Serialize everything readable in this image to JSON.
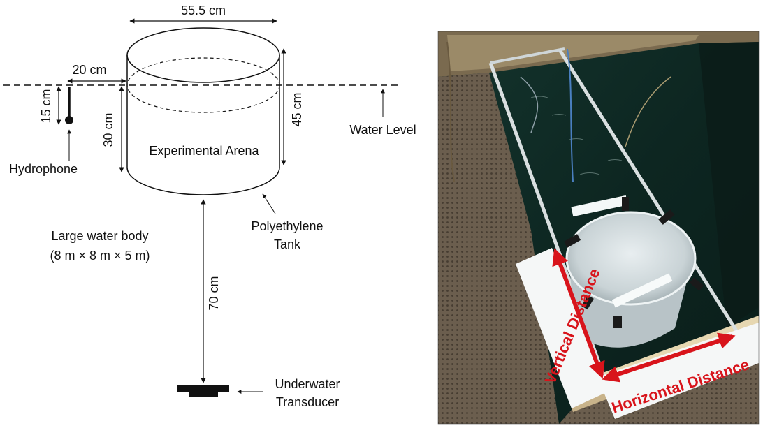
{
  "diagram": {
    "dim_width": "55.5 cm",
    "dim_offset": "20 cm",
    "dim_hydrophone_depth": "15 cm",
    "dim_arena_depth": "30 cm",
    "dim_tank_height": "45 cm",
    "dim_transducer_depth": "70 cm",
    "label_arena": "Experimental Arena",
    "label_water_level": "Water Level",
    "label_hydrophone": "Hydrophone",
    "label_tank_line1": "Polyethylene",
    "label_tank_line2": "Tank",
    "label_water_body_line1": "Large water body",
    "label_water_body_line2": "(8 m × 8 m × 5 m)",
    "label_transducer_line1": "Underwater",
    "label_transducer_line2": "Transducer"
  },
  "photo": {
    "label_vertical": "Vertical Distance",
    "label_horizontal": "Horizontal Distance"
  },
  "colors": {
    "line": "#111111",
    "annotation_red": "#d8141b",
    "pool_water": "#0f2a24"
  }
}
